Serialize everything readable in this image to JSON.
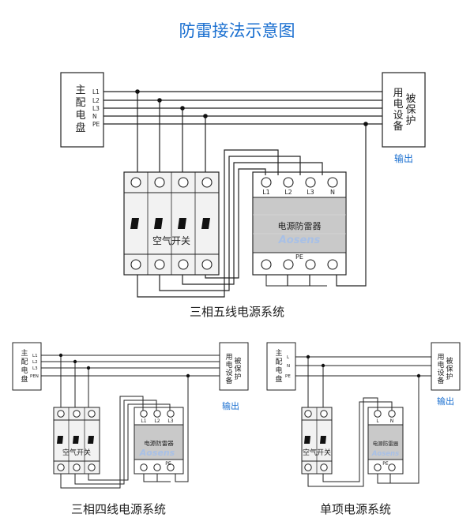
{
  "title": "防雷接法示意图",
  "colors": {
    "title": "#1a6fd0",
    "output": "#1a6fd0",
    "brand": "#a8c0e6",
    "line": "#222222",
    "breaker": "#f2f2f2",
    "spd": "#c9c9c9"
  },
  "main": {
    "panel": {
      "chars": [
        "主",
        "配",
        "电",
        "盘"
      ]
    },
    "device": {
      "col1": [
        "用",
        "电",
        "设",
        "备"
      ],
      "col2": [
        "被",
        "保",
        "护"
      ]
    },
    "output": "输出",
    "lines": [
      "L1",
      "L2",
      "L3",
      "N",
      "PE"
    ],
    "breaker": "空气开关",
    "spd_name": "电源防雷器",
    "brand": "Aosens",
    "spd_top": [
      "L1",
      "L2",
      "L3",
      "N"
    ],
    "pe": "PE",
    "caption": "三相五线电源系统"
  },
  "left": {
    "panel": {
      "chars": [
        "主",
        "配",
        "电",
        "盘"
      ]
    },
    "device": {
      "col1": [
        "用",
        "电",
        "设",
        "备"
      ],
      "col2": [
        "被",
        "保",
        "护"
      ]
    },
    "output": "输出",
    "lines": [
      "L1",
      "L2",
      "L3",
      "PEN"
    ],
    "breaker": "空气开关",
    "spd_name": "电源防雷器",
    "brand": "Aosens",
    "spd_top": [
      "L1",
      "L2",
      "L3"
    ],
    "pe": "PE",
    "caption": "三相四线电源系统"
  },
  "right": {
    "panel": {
      "chars": [
        "主",
        "配",
        "电",
        "盘"
      ]
    },
    "device": {
      "col1": [
        "用",
        "电",
        "设",
        "备"
      ],
      "col2": [
        "被",
        "保",
        "护"
      ]
    },
    "output": "输出",
    "lines": [
      "L",
      "N",
      "PE"
    ],
    "breaker": "空气开关",
    "spd_name": "电源防雷器",
    "brand": "Aosens",
    "spd_top": [
      "L",
      "N"
    ],
    "pe": "PE",
    "caption": "单项电源系统"
  }
}
